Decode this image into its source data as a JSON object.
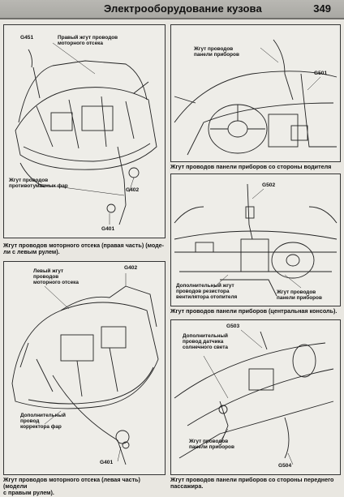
{
  "header": {
    "title": "Электрооборудование кузова",
    "page_number": "349"
  },
  "panels": {
    "engine_right": {
      "g451": "G451",
      "harness_label": "Правый жгут проводов\nмоторного отсека",
      "fog_label": "Жгут проводов\nпротивотуманных фар",
      "g402": "G402",
      "g401": "G401",
      "caption": "Жгут проводов моторного отсека (правая часть) (моде-\nли с левым рулем)."
    },
    "dash_driver": {
      "harness_label": "Жгут проводов\nпанели приборов",
      "g501": "G501",
      "caption": "Жгут проводов панели приборов со стороны водителя"
    },
    "dash_center": {
      "g502": "G502",
      "extra_label": "Дополнительный жгут\nпроводов резистора\nвентилятора отопителя",
      "harness_label": "Жгут проводов\nпанели приборов",
      "caption": "Жгут проводов панели приборов (центральная консоль)."
    },
    "engine_left": {
      "harness_label": "Левый жгут\nпроводов\nмоторного отсека",
      "g402": "G402",
      "corrector_label": "Дополнительный\nпровод\nкорректора фар",
      "g401": "G401",
      "caption": "Жгут проводов моторного отсека (левая часть) (модели\nс правым рулем)."
    },
    "dash_passenger": {
      "g503": "G503",
      "sensor_label": "Дополнительный\nпровод датчика\nсолнечного света",
      "harness_label": "Жгут проводов\nпанели приборов",
      "g504": "G504",
      "caption": "Жгут проводов панели приборов со стороны переднего\nпассажира."
    }
  }
}
